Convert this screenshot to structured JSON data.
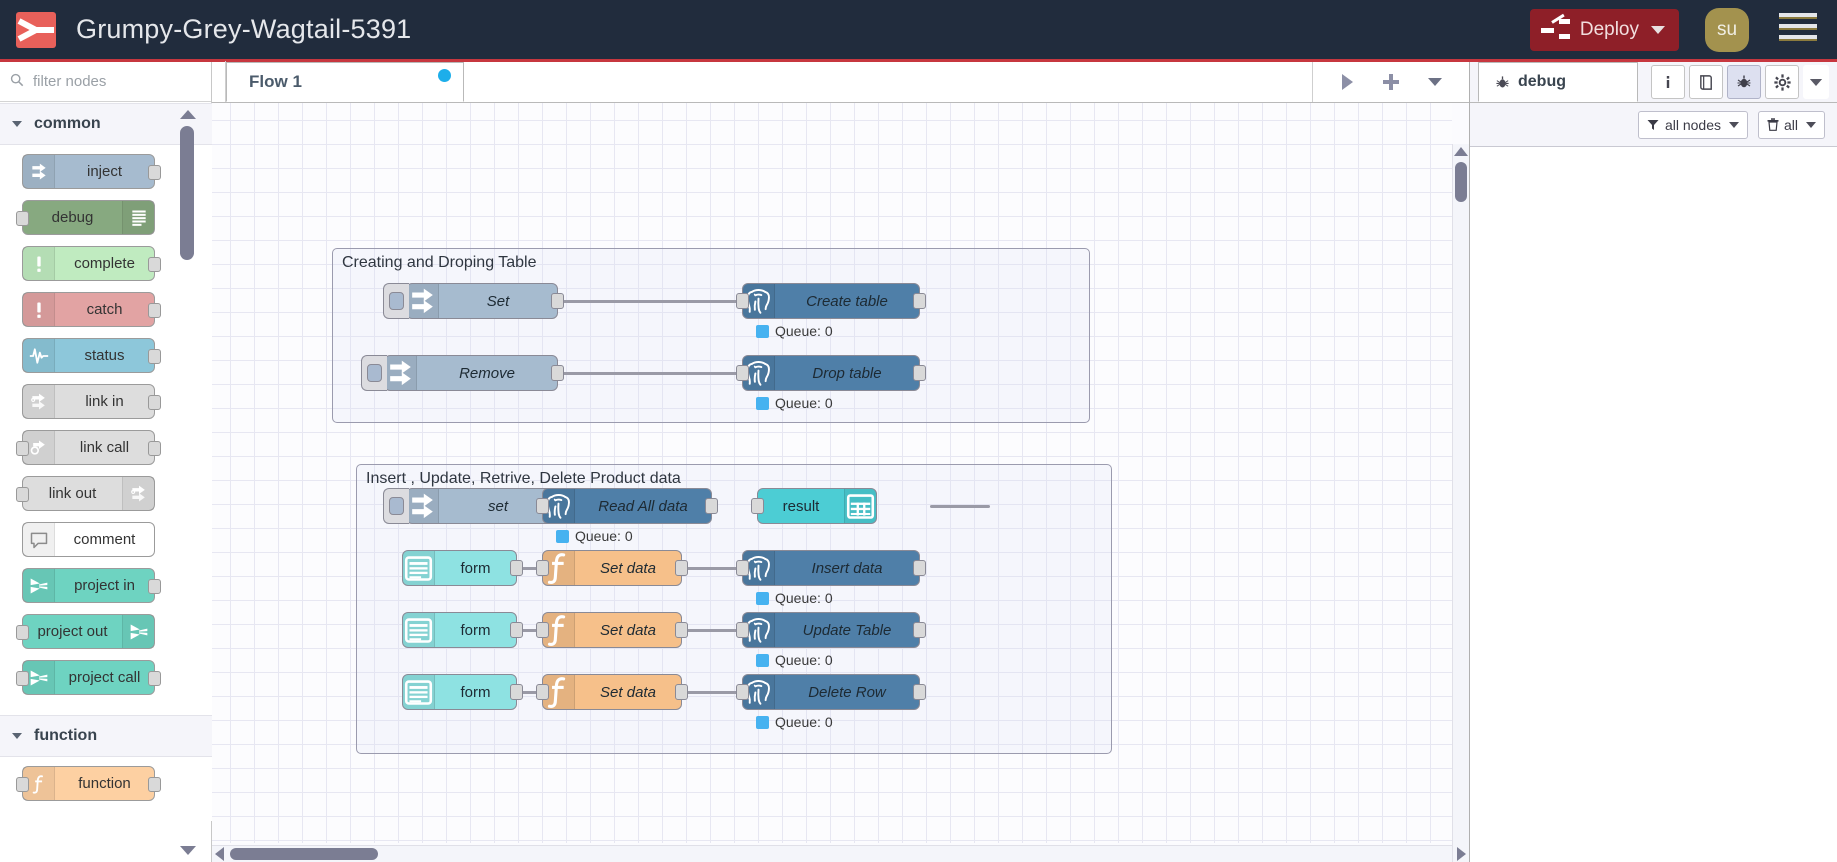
{
  "header": {
    "logo_icon": "node-red-logo-icon",
    "app_title": "Grumpy-Grey-Wagtail-5391",
    "deploy_label": "Deploy",
    "deploy_icon": "deploy-node-icon",
    "deploy_caret_icon": "chevron-down-icon",
    "user_initials": "su",
    "menu_icon": "hamburger-menu-icon",
    "accent_color": "#C7373F",
    "deploy_color": "#8E1F28",
    "bar_color": "#212C3D",
    "avatar_color": "#A3924E"
  },
  "palette": {
    "search_placeholder": "filter nodes",
    "search_value": "",
    "search_icon": "search-icon",
    "categories": [
      {
        "name": "common",
        "chevron_icon": "chevron-down-icon",
        "nodes": [
          {
            "label": "inject",
            "icon": "inject-arrow-icon",
            "color": "#A6BBCF",
            "icon_side": "left",
            "port_in": false,
            "port_out": true
          },
          {
            "label": "debug",
            "icon": "debug-lines-icon",
            "color": "#87A980",
            "icon_side": "right",
            "port_in": true,
            "port_out": false
          },
          {
            "label": "complete",
            "icon": "exclamation-icon",
            "color": "#C0EBC0",
            "icon_side": "left",
            "port_in": false,
            "port_out": true
          },
          {
            "label": "catch",
            "icon": "exclamation-icon",
            "color": "#E2A3A3",
            "icon_side": "left",
            "port_in": false,
            "port_out": true
          },
          {
            "label": "status",
            "icon": "pulse-wave-icon",
            "color": "#8DC7DA",
            "icon_side": "left",
            "port_in": false,
            "port_out": true
          },
          {
            "label": "link in",
            "icon": "link-in-icon",
            "color": "#DDDDDD",
            "icon_side": "left",
            "port_in": false,
            "port_out": true
          },
          {
            "label": "link call",
            "icon": "link-call-icon",
            "color": "#DDDDDD",
            "icon_side": "left",
            "port_in": true,
            "port_out": true
          },
          {
            "label": "link out",
            "icon": "link-out-icon",
            "color": "#DDDDDD",
            "icon_side": "right",
            "port_in": true,
            "port_out": false
          },
          {
            "label": "comment",
            "icon": "comment-bubble-icon",
            "color": "#FFFFFF",
            "icon_side": "left",
            "port_in": false,
            "port_out": false
          },
          {
            "label": "project in",
            "icon": "project-logo-icon",
            "color": "#6ED3C1",
            "icon_side": "left",
            "port_in": false,
            "port_out": true
          },
          {
            "label": "project out",
            "icon": "project-logo-icon",
            "color": "#6ED3C1",
            "icon_side": "right",
            "port_in": true,
            "port_out": false
          },
          {
            "label": "project call",
            "icon": "project-logo-icon",
            "color": "#6ED3C1",
            "icon_side": "left",
            "port_in": true,
            "port_out": true
          }
        ]
      },
      {
        "name": "function",
        "chevron_icon": "chevron-down-icon",
        "nodes": [
          {
            "label": "function",
            "icon": "function-f-icon",
            "color": "#FDD0A2",
            "icon_side": "left",
            "port_in": true,
            "port_out": true
          }
        ]
      }
    ],
    "scroll_up_icon": "scroll-up-arrow-icon",
    "scroll_down_icon": "scroll-down-arrow-icon"
  },
  "workspace": {
    "tabs": [
      {
        "label": "Flow 1",
        "has_changes_dot": true
      }
    ],
    "toolbar": {
      "play_icon": "play-triangle-icon",
      "add_icon": "plus-icon",
      "more_icon": "chevron-down-icon"
    },
    "groups": [
      {
        "label": "Creating and Droping Table"
      },
      {
        "label": "Insert , Update, Retrive, Delete Product data"
      }
    ],
    "nodes": [
      {
        "label": "Set",
        "icon": "inject-arrow-icon",
        "color": "#A6BBCF"
      },
      {
        "label": "Create table",
        "icon": "postgres-elephant-icon",
        "color": "#4F7FA8"
      },
      {
        "label": "Remove",
        "icon": "inject-arrow-icon",
        "color": "#A6BBCF"
      },
      {
        "label": "Drop table",
        "icon": "postgres-elephant-icon",
        "color": "#4F7FA8"
      },
      {
        "label": "set",
        "icon": "inject-arrow-icon",
        "color": "#A6BBCF"
      },
      {
        "label": "Read All data",
        "icon": "postgres-elephant-icon",
        "color": "#4F7FA8"
      },
      {
        "label": "result",
        "icon": "table-grid-icon",
        "color": "#4CCDD4"
      },
      {
        "label": "form",
        "icon": "form-list-icon",
        "color": "#8EE2E2"
      },
      {
        "label": "Set data",
        "icon": "function-f-icon",
        "color": "#F6C08A"
      },
      {
        "label": "Insert data",
        "icon": "postgres-elephant-icon",
        "color": "#4F7FA8"
      },
      {
        "label": "Update Table",
        "icon": "postgres-elephant-icon",
        "color": "#4F7FA8"
      },
      {
        "label": "Delete Row",
        "icon": "postgres-elephant-icon",
        "color": "#4F7FA8"
      }
    ],
    "status_label": "Queue: 0",
    "status_dot_color": "#46B2F0"
  },
  "sidebar_right": {
    "tab_label": "debug",
    "tab_icon": "bug-icon",
    "buttons": [
      {
        "name": "information-icon",
        "active": false
      },
      {
        "name": "help-book-icon",
        "active": false
      },
      {
        "name": "bug-icon",
        "active": true
      },
      {
        "name": "gear-icon",
        "active": false
      }
    ],
    "more_icon": "chevron-down-icon",
    "filter_label": "all nodes",
    "filter_icon": "funnel-icon",
    "clear_label": "all",
    "clear_icon": "trash-icon",
    "messages": []
  }
}
